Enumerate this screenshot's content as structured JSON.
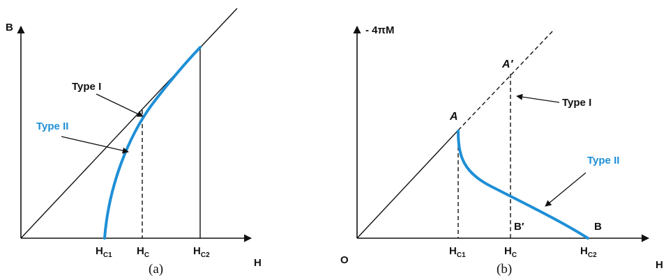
{
  "colors": {
    "ink": "#111111",
    "type2": "#1e8fd6"
  },
  "panel_a": {
    "y_axis": "B",
    "x_axis": "H",
    "ticks": [
      {
        "main": "H",
        "sub": "C1"
      },
      {
        "main": "H",
        "sub": "C"
      },
      {
        "main": "H",
        "sub": "C2"
      }
    ],
    "label_type1": "Type I",
    "label_type2": "Type II",
    "caption": "(a)"
  },
  "panel_b": {
    "y_axis": "- 4πM",
    "x_axis": "H",
    "origin": "O",
    "ticks": [
      {
        "main": "H",
        "sub": "C1"
      },
      {
        "main": "H",
        "sub": "C"
      },
      {
        "main": "H",
        "sub": "C2"
      }
    ],
    "point_a": "A",
    "point_a_prime": "A",
    "prime_mark": "′",
    "point_b": "B",
    "point_b_prime": "B",
    "label_type1": "Type I",
    "label_type2": "Type II",
    "caption": "(b)"
  }
}
